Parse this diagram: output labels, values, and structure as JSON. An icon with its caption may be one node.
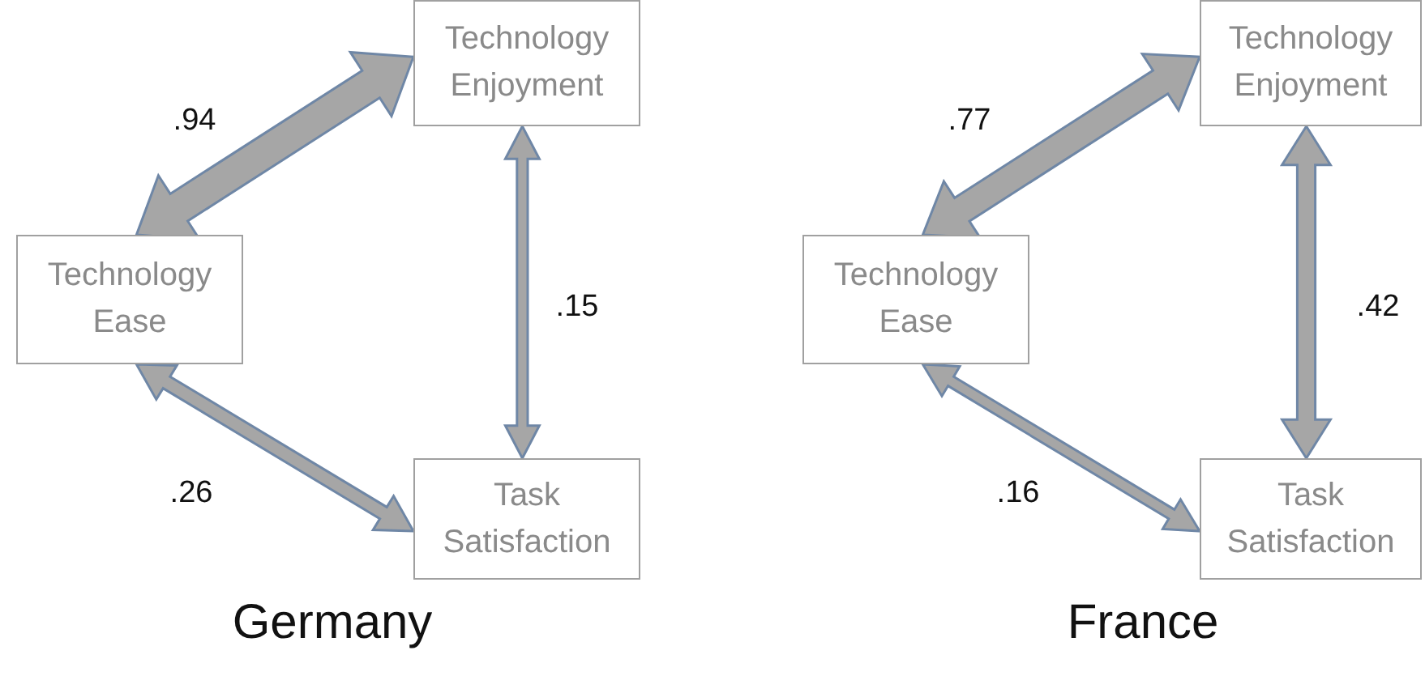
{
  "diagram": {
    "nodes": [
      {
        "text": [
          "Technology Enjoyment"
        ]
      },
      {
        "text": [
          "Technology Ease"
        ]
      },
      {
        "text": [
          "Task Satisfaction"
        ]
      },
      {
        "text": [
          "Technology Enjoyment"
        ]
      },
      {
        "text": [
          "Technology Ease"
        ]
      },
      {
        "text": [
          "Task Satisfaction"
        ]
      }
    ],
    "edges": [
      {
        "from": 1,
        "to": 0,
        "arrow": "both",
        "label": ".94"
      },
      {
        "from": 0,
        "to": 2,
        "arrow": "both",
        "label": ".15"
      },
      {
        "from": 1,
        "to": 2,
        "arrow": "both",
        "label": ".26"
      },
      {
        "from": 4,
        "to": 3,
        "arrow": "both",
        "label": ".77"
      },
      {
        "from": 3,
        "to": 5,
        "arrow": "both",
        "label": ".42"
      },
      {
        "from": 4,
        "to": 5,
        "arrow": "both",
        "label": ".16"
      }
    ],
    "labels": [
      "Germany",
      "France"
    ]
  }
}
